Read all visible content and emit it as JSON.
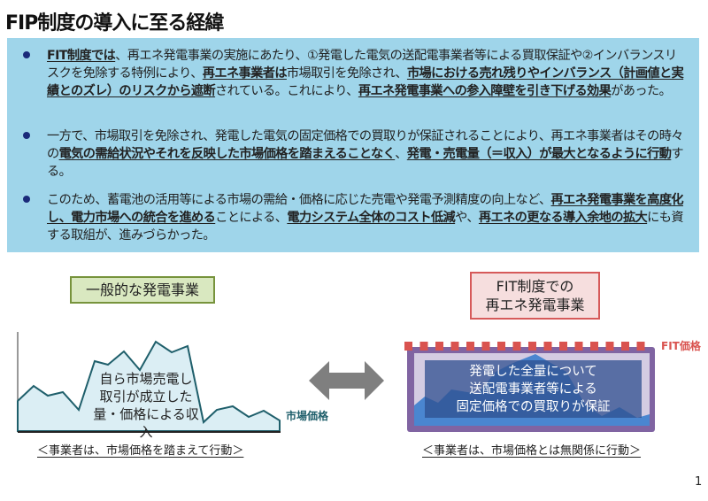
{
  "title": "FIP制度の導入に至る経緯",
  "bullets": [
    [
      {
        "t": "FIT制度では",
        "e": true
      },
      {
        "t": "、再エネ発電事業の実施にあたり、①発電した電気の送配電事業者等による買取保証や②インバランスリスクを免除する特例により、",
        "e": false
      },
      {
        "t": "再エネ事業者は",
        "e": true
      },
      {
        "t": "市場取引を免除され、",
        "e": false
      },
      {
        "t": "市場における売れ残りやインバランス（計画値と実績とのズレ）のリスクから遮断",
        "e": true
      },
      {
        "t": "されている。これにより、",
        "e": false
      },
      {
        "t": "再エネ発電事業への参入障壁を引き下げる効果",
        "e": true
      },
      {
        "t": "があった。",
        "e": false
      }
    ],
    [
      {
        "t": "一方で、市場取引を免除され、発電した電気の固定価格での買取りが保証されることにより、再エネ事業者はその時々の",
        "e": false
      },
      {
        "t": "電気の需給状況やそれを反映した市場価格を踏まえることなく",
        "e": true
      },
      {
        "t": "、",
        "e": false
      },
      {
        "t": "発電・売電量（＝収入）が最大となるように行動",
        "e": true
      },
      {
        "t": "する。",
        "e": false
      }
    ],
    [
      {
        "t": "このため、蓄電池の活用等による市場の需給・価格に応じた売電や発電予測精度の向上など、",
        "e": false
      },
      {
        "t": "再エネ発電事業を高度化し、電力市場への統合を進める",
        "e": true
      },
      {
        "t": "ことによる、",
        "e": false
      },
      {
        "t": "電力システム全体のコスト低減",
        "e": true
      },
      {
        "t": "や、",
        "e": false
      },
      {
        "t": "再エネの更なる導入余地の拡大",
        "e": true
      },
      {
        "t": "にも資する取組が、進みづらかった。",
        "e": false
      }
    ]
  ],
  "left": {
    "label": "一般的な発電事業",
    "mountain_text": [
      "自ら市場売電し",
      "取引が成立した",
      "量・価格による収入"
    ],
    "market_price_label": "市場価格",
    "caption": "＜事業者は、市場価格を踏まえて行動＞"
  },
  "right": {
    "label": [
      "FIT制度での",
      "再エネ発電事業"
    ],
    "fit_price_label": "FIT価格",
    "box_text": [
      "発電した全量について",
      "送配電事業者等による",
      "固定価格での買取りが保証"
    ],
    "caption": "＜事業者は、市場価格とは無関係に行動＞"
  },
  "page_number": "1",
  "colors": {
    "box": "#9fd5ea",
    "fit_red": "#d9534f",
    "market_teal": "#1f5f6b",
    "purple": "#8064a2"
  }
}
